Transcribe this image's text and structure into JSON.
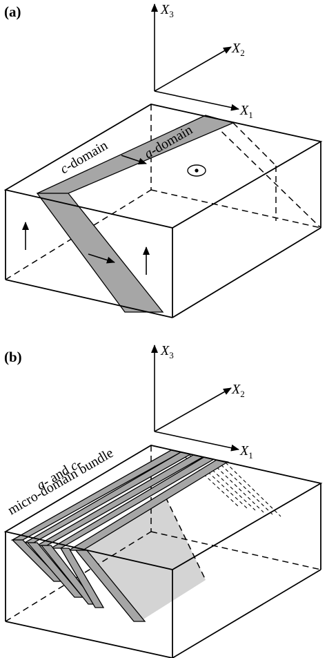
{
  "panel_a": {
    "label": "(a)",
    "axes": {
      "x1": {
        "main": "X",
        "sub": "1"
      },
      "x2": {
        "main": "X",
        "sub": "2"
      },
      "x3": {
        "main": "X",
        "sub": "3"
      }
    },
    "c_domain_label": {
      "italic": "c",
      "rest": "-domain"
    },
    "a_domain_label": {
      "italic": "a",
      "rest": "-domain"
    }
  },
  "panel_b": {
    "label": "(b)",
    "axes": {
      "x1": {
        "main": "X",
        "sub": "1"
      },
      "x2": {
        "main": "X",
        "sub": "2"
      },
      "x3": {
        "main": "X",
        "sub": "3"
      }
    },
    "bundle_label_line1": {
      "italic_a": "a",
      "mid": "- and ",
      "italic_c": "c",
      "end": "-"
    },
    "bundle_label_line2": "micro-domain bundle"
  }
}
